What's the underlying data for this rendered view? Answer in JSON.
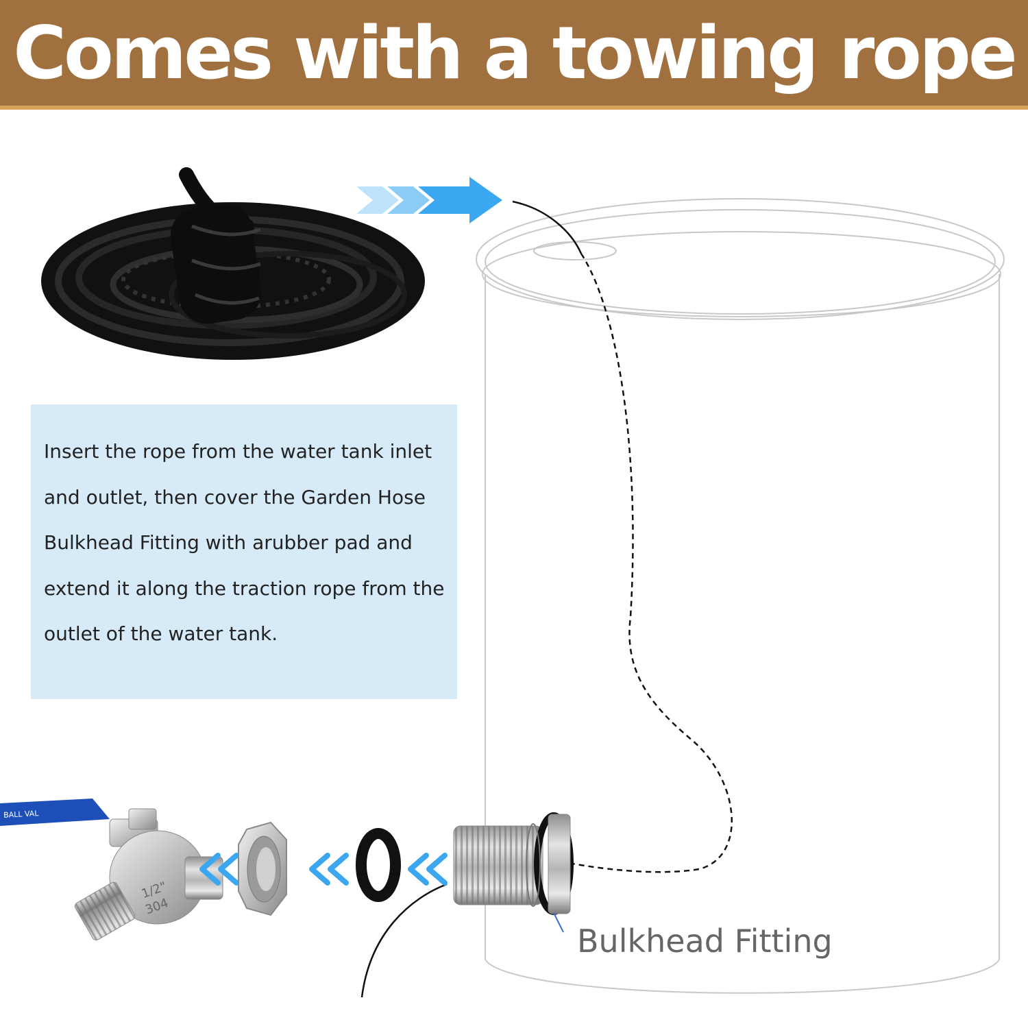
{
  "banner": {
    "title": "Comes with a towing rope",
    "background": "#a0703f",
    "accent": "#d8a35a"
  },
  "instructions": {
    "text": "Insert the rope from the water tank inlet and outlet, then cover the Garden Hose Bulkhead Fitting with arubber pad and extend it along the traction rope from the outlet of the water tank.",
    "background": "#d6eaf8"
  },
  "diagram": {
    "fitting_label": "Bulkhead Fitting",
    "valve_size_mark": "1/2\"",
    "valve_material_mark": "304",
    "arrow_color": "#3aa7f0",
    "icons": [
      "rope-coil-icon",
      "water-tank-icon",
      "ball-valve-icon",
      "hex-nut-icon",
      "rubber-washer-icon",
      "bulkhead-fitting-icon"
    ]
  }
}
